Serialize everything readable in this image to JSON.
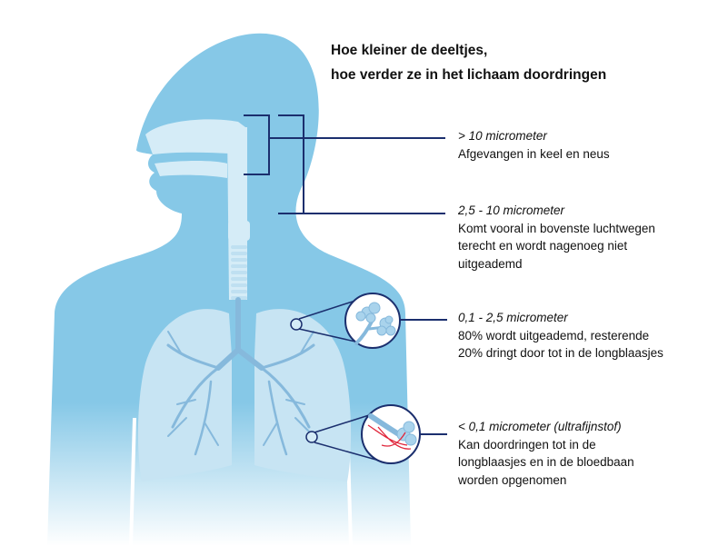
{
  "title": {
    "line1": "Hoe kleiner de deeltjes,",
    "line2": "hoe verder ze in het lichaam doordringen"
  },
  "categories": [
    {
      "range": "> 10 micrometer",
      "description_lines": [
        "Afgevangen in keel en neus"
      ]
    },
    {
      "range": "2,5 - 10 micrometer",
      "description_lines": [
        "Komt vooral in bovenste luchtwegen",
        "terecht en wordt nagenoeg niet",
        "uitgeademd"
      ]
    },
    {
      "range": "0,1 - 2,5 micrometer",
      "description_lines": [
        "80% wordt uitgeademd, resterende",
        "20% dringt door tot in de longblaasjes"
      ]
    },
    {
      "range": "< 0,1 micrometer (ultrafijnstof)",
      "description_lines": [
        "Kan doordringen tot in de",
        "longblaasjes en in de bloedbaan",
        "worden opgenomen"
      ]
    }
  ],
  "colors": {
    "body": "#86c8e7",
    "airway": "#d5ecf7",
    "lung": "#c7e4f3",
    "bronchi": "#86b9dc",
    "callout_line": "#1b2f6e",
    "blood": "#e0263b"
  }
}
